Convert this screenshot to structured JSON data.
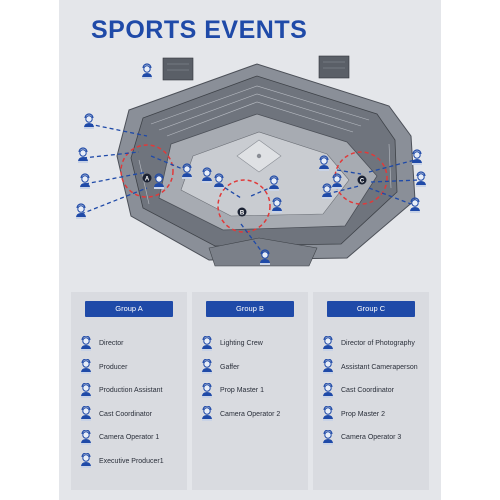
{
  "title": "SPORTS EVENTS",
  "markers": [
    "A",
    "B",
    "C"
  ],
  "colors": {
    "accent": "#1f4aa8",
    "zone": "#e03a3a",
    "line": "#1f4aa8"
  },
  "icons": {
    "person": "headset-person-icon"
  },
  "groups": [
    {
      "title": "Group A",
      "members": [
        "Director",
        "Producer",
        "Production Assistant",
        "Cast Coordinator",
        "Camera Operator 1",
        "Executive Producer1"
      ]
    },
    {
      "title": "Group B",
      "members": [
        "Lighting Crew",
        "Gaffer",
        "Prop Master 1",
        "Camera Operator 2"
      ]
    },
    {
      "title": "Group C",
      "members": [
        "Director of Photography",
        "Assistant Cameraperson",
        "Cast Coordinator",
        "Prop Master 2",
        "Camera Operator 3"
      ]
    }
  ]
}
